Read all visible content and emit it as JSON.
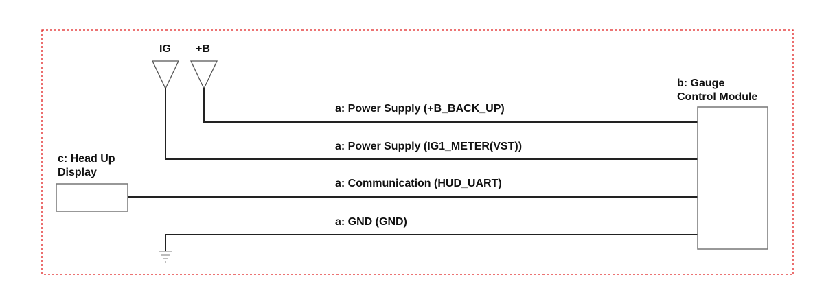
{
  "colors": {
    "border": "#e02020",
    "wire": "#222222",
    "box": "#777777",
    "ground": "#999999",
    "text": "#111111"
  },
  "sources": {
    "ig": {
      "label": "IG",
      "icon": "power-terminal-icon"
    },
    "b_plus": {
      "label": "+B",
      "icon": "power-terminal-icon"
    }
  },
  "components": {
    "gauge": {
      "label_line1": "b: Gauge",
      "label_line2": "Control Module"
    },
    "hud": {
      "label_line1": "c: Head Up",
      "label_line2": "Display"
    }
  },
  "wires": [
    {
      "label": "a: Power Supply (+B_BACK_UP)"
    },
    {
      "label": "a: Power Supply (IG1_METER(VST))"
    },
    {
      "label": "a: Communication (HUD_UART)"
    },
    {
      "label": "a: GND (GND)"
    }
  ],
  "ground": {
    "icon": "ground-icon"
  }
}
